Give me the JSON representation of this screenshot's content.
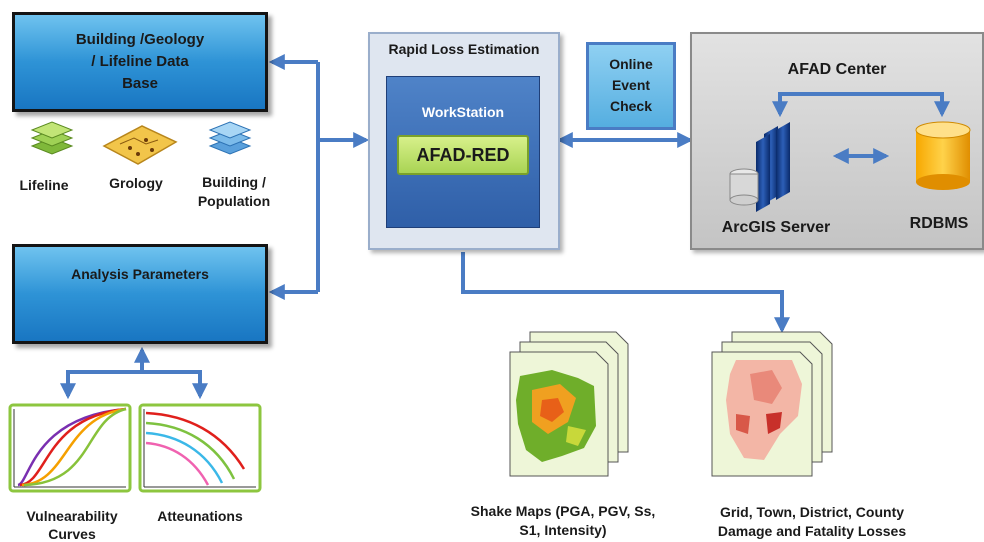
{
  "data_box": {
    "line1": "Building /Geology",
    "line2": "/ Lifeline Data",
    "line3": "Base"
  },
  "layers": {
    "lifeline": "Lifeline",
    "geology": "Grology",
    "building_line1": "Building /",
    "building_line2": "Population"
  },
  "analysis_box": {
    "title": "Analysis Parameters"
  },
  "curves": {
    "vulnerability_line1": "Vulnearability",
    "vulnerability_line2": "Curves",
    "attenuations": "Atteunations"
  },
  "rapid_loss": {
    "title": "Rapid Loss Estimation",
    "workstation": "WorkStation",
    "afad_red": "AFAD-RED"
  },
  "online_event": {
    "line1": "Online",
    "line2": "Event",
    "line3": "Check"
  },
  "afad_center": {
    "title": "AFAD Center",
    "arcgis": "ArcGIS Server",
    "rdbms": "RDBMS"
  },
  "outputs": {
    "shake_line1": "Shake Maps (PGA, PGV, Ss,",
    "shake_line2": "S1, Intensity)",
    "losses_line1": "Grid, Town, District, County",
    "losses_line2": "Damage and Fatality Losses"
  },
  "colors": {
    "arrow": "#4a7cc4",
    "box_blue": "#2e93d6",
    "panel_bg": "#dfe6f0",
    "workstation_bg": "#3a6db5",
    "afad_red_bg": "#b8e06a",
    "center_bg": "#cfcfcf",
    "curve_frame": "#8dc63f"
  }
}
